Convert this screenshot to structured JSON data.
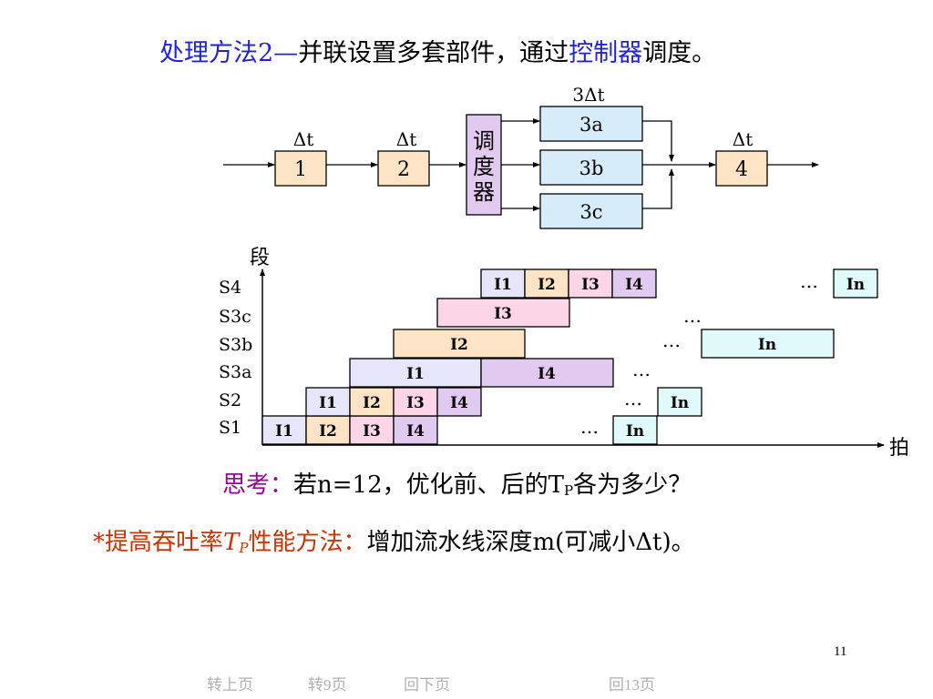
{
  "title": {
    "part1": "处理方法2—",
    "part2": "并联设置多套部件，通过",
    "part3": "控制器",
    "part4": "调度。"
  },
  "block_diagram": {
    "stage1": {
      "label": "1",
      "time": "Δt"
    },
    "stage2": {
      "label": "2",
      "time": "Δt"
    },
    "scheduler": [
      "调",
      "度",
      "器"
    ],
    "stage3": {
      "time": "3Δt",
      "units": [
        "3a",
        "3b",
        "3c"
      ]
    },
    "stage4": {
      "label": "4",
      "time": "Δt"
    }
  },
  "timing": {
    "y_axis_label": "段",
    "x_axis_label": "拍",
    "rows": [
      "S4",
      "S3c",
      "S3b",
      "S3a",
      "S2",
      "S1"
    ],
    "ellipsis": "…",
    "instr": {
      "i1": "I1",
      "i2": "I2",
      "i3": "I3",
      "i4": "I4",
      "in": "In"
    }
  },
  "question": {
    "label": "思考：",
    "text_a": "若n=12，优化前、后的T",
    "sub": "P",
    "text_b": "各为多少？"
  },
  "improve": {
    "prefix": "*提高吞吐率",
    "tp_t": "T",
    "tp_sub": "P",
    "method_label": "性能方法：",
    "text": "增加流水线深度m(可减小Δt)。"
  },
  "page_number": "11",
  "nav": {
    "prev": "转上页",
    "goto9": "转9页",
    "back_next": "回下页",
    "back13": "回13页"
  },
  "colors": {
    "i1": "#e6e6fa",
    "i2": "#fde4c4",
    "i3": "#fcd5e6",
    "i4": "#e2c9ef",
    "in": "#e0fafa",
    "stage": "#fde4c4",
    "unit3": "#d6ecfb",
    "scheduler": "#e2c9ef"
  }
}
